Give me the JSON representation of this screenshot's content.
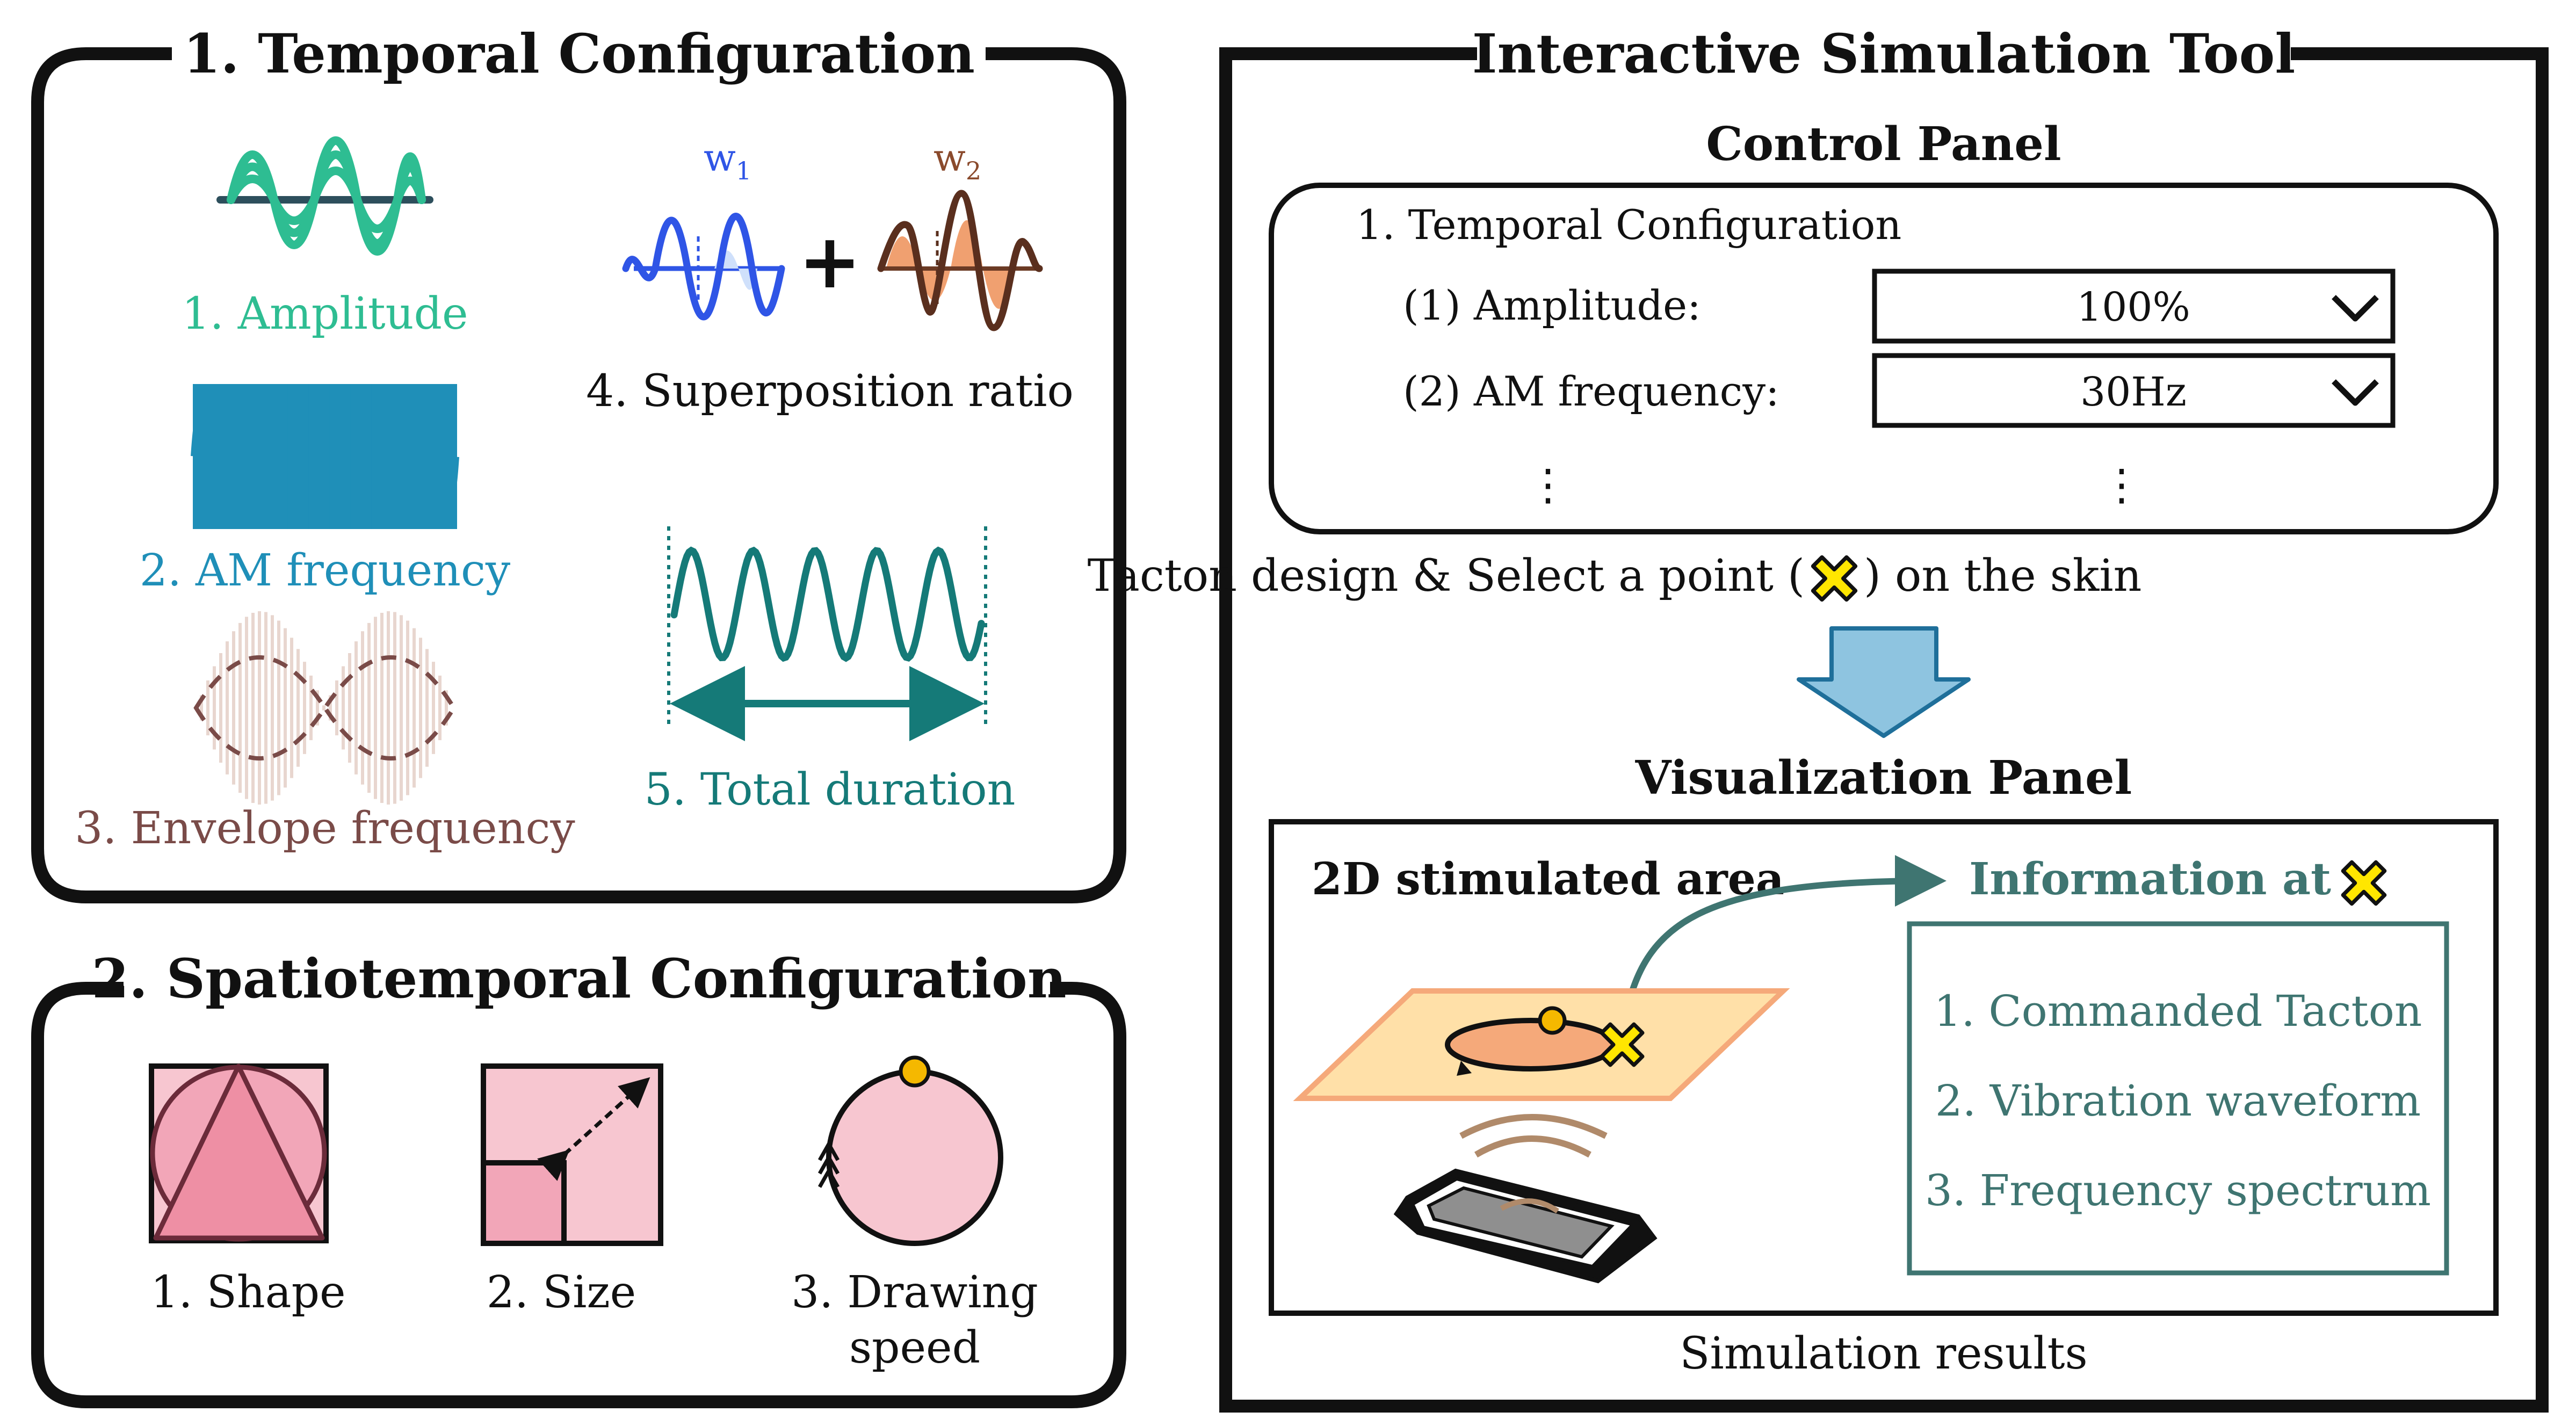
{
  "colors": {
    "amplitude": "#2ebd92",
    "am_frequency": "#1f8fb8",
    "envelope": "#7a4b48",
    "duration": "#157a78",
    "w1": "#2f55e6",
    "w2": "#8a4a2c",
    "w2_fill": "#f0a070",
    "pink": "#f7c6d0",
    "pink_dark": "#ee8fa4",
    "info_teal": "#3f7571",
    "arrow_blue": "#8ec4e0",
    "marker_yellow": "#ffe600",
    "plane_fill": "#ffe0a8",
    "plane_edge": "#f5a97a",
    "dot_orange": "#f5b800"
  },
  "temporal": {
    "title": "1. Temporal Configuration",
    "amplitude": "1. Amplitude",
    "am_frequency": "2. AM frequency",
    "envelope_frequency": "3. Envelope frequency",
    "superposition": "4. Superposition ratio",
    "total_duration": "5. Total duration",
    "w1_base": "w",
    "w1_sub": "1",
    "w2_base": "w",
    "w2_sub": "2",
    "plus": "+"
  },
  "spatio": {
    "title": "2. Spatiotemporal Configuration",
    "shape": "1. Shape",
    "size": "2. Size",
    "drawing_speed_line1": "3. Drawing",
    "drawing_speed_line2": "speed"
  },
  "tool": {
    "title": "Interactive Simulation Tool",
    "control_panel": "Control Panel",
    "cp_section": "1. Temporal Configuration",
    "amplitude_label": "(1) Amplitude:",
    "amplitude_value": "100%",
    "am_label": "(2) AM frequency:",
    "am_value": "30Hz",
    "ellipsis": "⋮",
    "caption_before": "Tacton design & Select a point (",
    "caption_after": ") on the skin",
    "visualization_panel": "Visualization Panel",
    "area_label": "2D stimulated area",
    "info_label": "Information at",
    "info_items": [
      "1. Commanded Tacton",
      "2. Vibration waveform",
      "3. Frequency spectrum"
    ],
    "results": "Simulation results"
  }
}
